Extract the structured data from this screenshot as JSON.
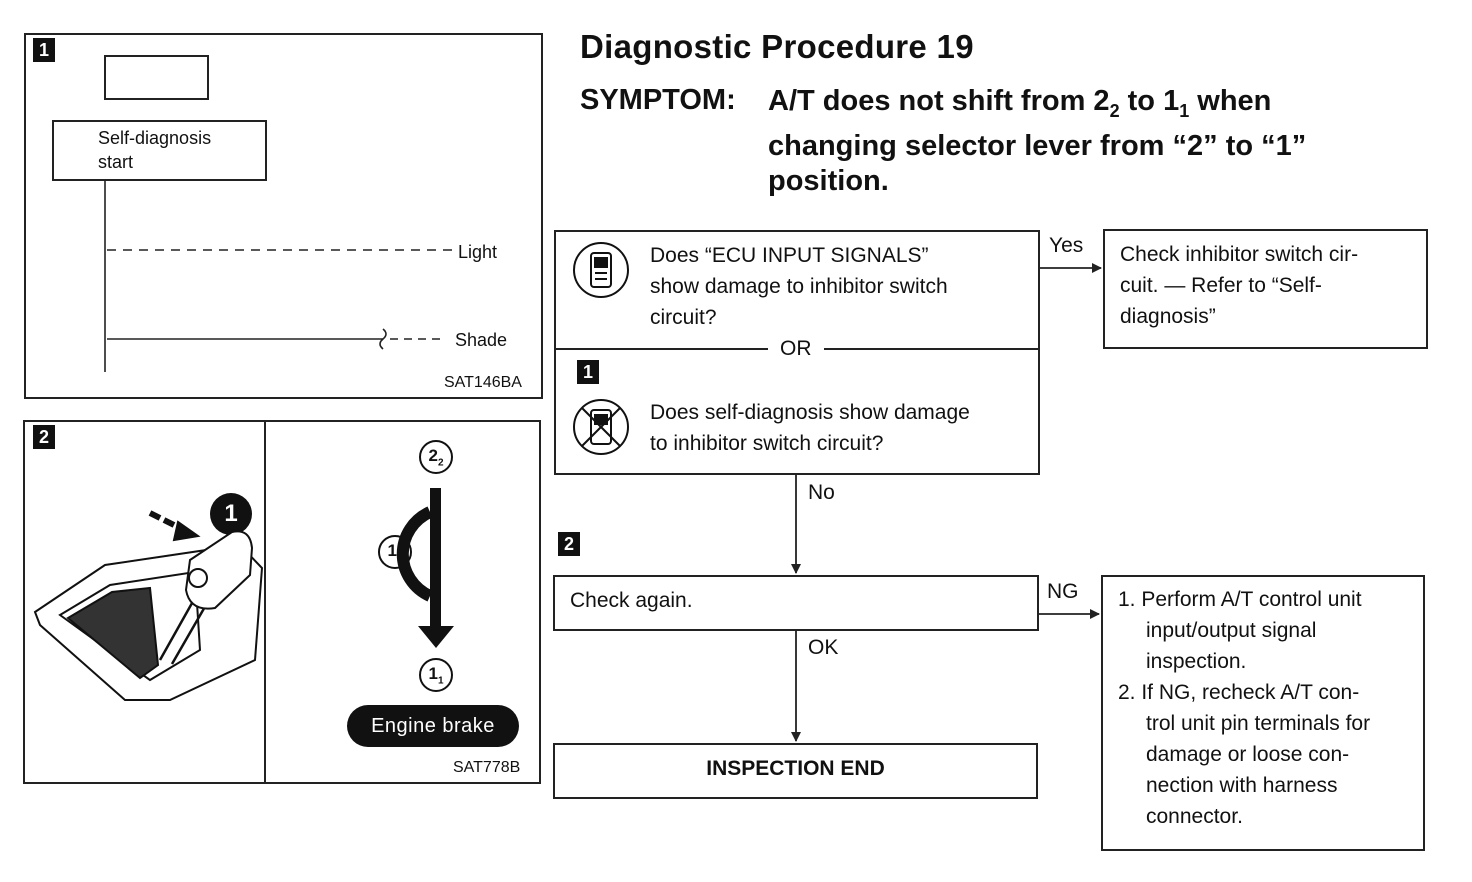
{
  "header": {
    "title": "Diagnostic Procedure 19",
    "symptom_label": "SYMPTOM:",
    "symptom_part1": "A/T does not shift from 2",
    "symptom_sub1": "2",
    "symptom_part2": " to 1",
    "symptom_sub2": "1",
    "symptom_part3": " when changing selector lever from “2” to “1” position."
  },
  "fig1": {
    "badge": "1",
    "start_label_line1": "Self-diagnosis",
    "start_label_line2": "start",
    "light_label": "Light",
    "shade_label": "Shade",
    "code": "SAT146BA"
  },
  "fig2": {
    "badge": "2",
    "callout": "1",
    "gear_top_main": "2",
    "gear_top_sub": "2",
    "gear_mid_main": "1",
    "gear_mid_sub": "2",
    "gear_bot_main": "1",
    "gear_bot_sub": "1",
    "engine_brake": "Engine brake",
    "code": "SAT778B"
  },
  "flow": {
    "q1_line1": "Does “ECU INPUT SIGNALS”",
    "q1_line2": "show damage to inhibitor switch",
    "q1_line3": "circuit?",
    "or_label": "OR",
    "q2_badge": "1",
    "q2_line1": "Does self-diagnosis show damage",
    "q2_line2": "to inhibitor switch circuit?",
    "yes_label": "Yes",
    "yes_line1": "Check inhibitor switch cir-",
    "yes_line2": "cuit. — Refer to “Self-",
    "yes_line3": "diagnosis”",
    "no_label": "No",
    "step2_badge": "2",
    "check_again": "Check again.",
    "ng_label": "NG",
    "ng_1_line1": "1. Perform A/T control unit",
    "ng_1_line2": "input/output signal",
    "ng_1_line3": "inspection.",
    "ng_2_line1": "2. If NG, recheck A/T con-",
    "ng_2_line2": "trol unit pin terminals for",
    "ng_2_line3": "damage or loose con-",
    "ng_2_line4": "nection with harness",
    "ng_2_line5": "connector.",
    "ok_label": "OK",
    "end_label": "INSPECTION END"
  }
}
